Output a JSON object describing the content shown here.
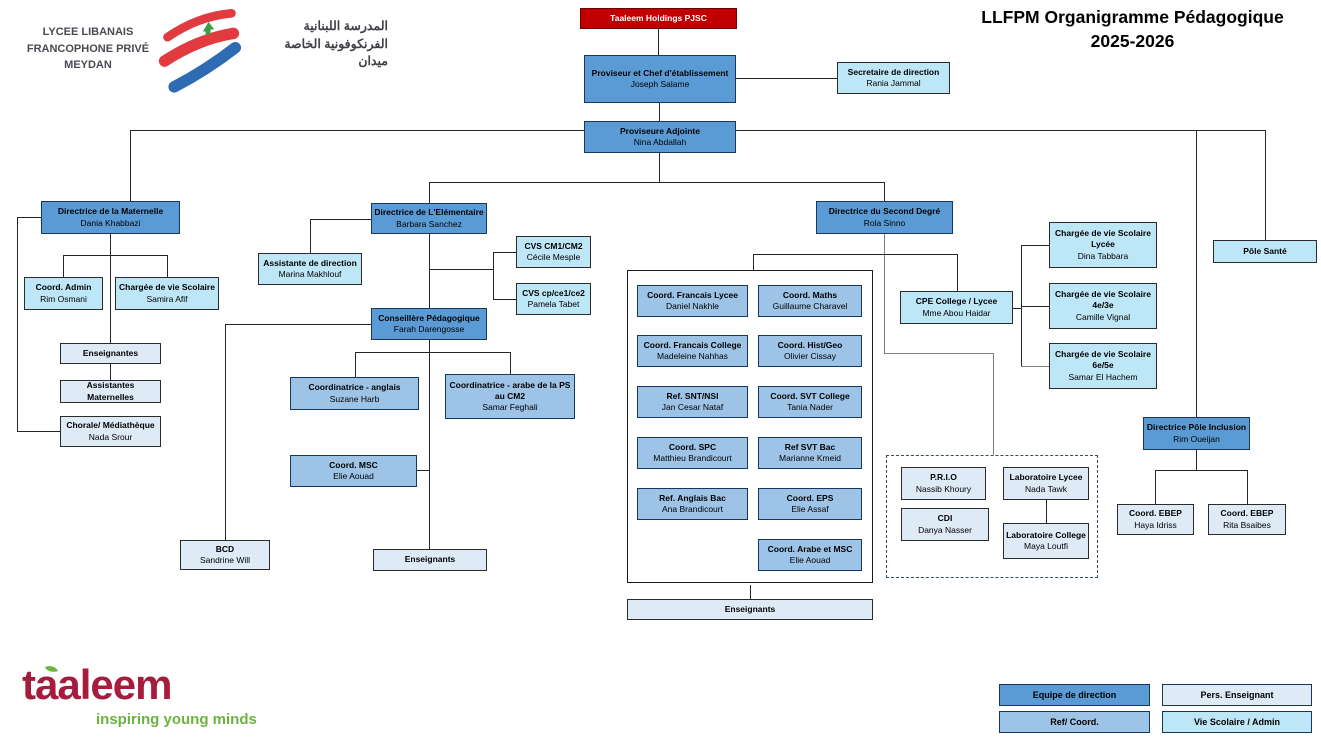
{
  "header": {
    "school_name_l1": "LYCEE LIBANAIS",
    "school_name_l2": "FRANCOPHONE PRIVÉ",
    "school_name_l3": "MEYDAN",
    "school_name_ar_l1": "المدرسة اللبنانية",
    "school_name_ar_l2": "الفرنكوفونية الخاصة",
    "school_name_ar_l3": "ميدان",
    "title_line1": "LLFPM Organigramme Pédagogique",
    "title_line2": "2025-2026"
  },
  "footer": {
    "brand": "taaleem",
    "tagline": "inspiring young minds"
  },
  "legend": {
    "equipe": "Equipe de direction",
    "pers": "Pers. Enseignant",
    "ref": "Ref/ Coord.",
    "vie": "Vie Scolaire / Admin"
  },
  "colors": {
    "holdings_red": "#C00000",
    "equipe_direction_blue": "#5B9BD5",
    "ref_coord_blue": "#9DC3E6",
    "pers_enseignant_blue": "#DEEAF6",
    "vie_scolaire_blue": "#BDE6F7",
    "brand_crimson": "#A61C3C",
    "brand_green": "#6CB33F"
  },
  "boxes": {
    "taaleem_holdings": {
      "title": "Taaleem Holdings PJSC"
    },
    "proviseur": {
      "title": "Proviseur et Chef d'établissement",
      "name": "Joseph Salame"
    },
    "secretaire": {
      "title": "Secretaire de direction",
      "name": "Rania Jammal"
    },
    "adjointe": {
      "title": "Proviseure Adjointe",
      "name": "Nina Abdallah"
    },
    "maternelle": {
      "title": "Directrice de la Maternelle",
      "name": "Dania Khabbazi"
    },
    "coord_admin": {
      "title": "Coord. Admin",
      "name": "Rim Osmani"
    },
    "cvs_maternelle": {
      "title": "Chargée de vie Scolaire",
      "name": "Samira Afif"
    },
    "enseignantes": {
      "title": "Enseignantes"
    },
    "assistantes": {
      "title": "Assistantes Maternelles"
    },
    "chorale": {
      "title": "Chorale/ Médiathèque",
      "name": "Nada Srour"
    },
    "elementaire": {
      "title": "Directrice de L'Elémentaire",
      "name": "Barbara Sanchez"
    },
    "assist_dir": {
      "title": "Assistante de direction",
      "name": "Marina Makhlouf"
    },
    "cvs_cm": {
      "title": "CVS CM1/CM2",
      "name": "Cécile Mesple"
    },
    "cvs_cp": {
      "title": "CVS cp/ce1/ce2",
      "name": "Pamela Tabet"
    },
    "conseillere": {
      "title": "Conseillère Pédagogique",
      "name": "Farah Darengosse"
    },
    "coord_anglais": {
      "title": "Coordinatrice - anglais",
      "name": "Suzane Harb"
    },
    "coord_arabe": {
      "title": "Coordinatrice - arabe de la PS au CM2",
      "name": "Samar Feghali"
    },
    "coord_msc": {
      "title": "Coord. MSC",
      "name": "Elie Aouad"
    },
    "bcd": {
      "title": "BCD",
      "name": "Sandrine Will"
    },
    "enseignants_elem": {
      "title": "Enseignants"
    },
    "second": {
      "title": "Directrice du Second Degré",
      "name": "Rola Sinno"
    },
    "fr_lycee": {
      "title": "Coord. Francais Lycee",
      "name": "Daniel Nakhle"
    },
    "maths": {
      "title": "Coord. Maths",
      "name": "Guillaume Charavel"
    },
    "fr_college": {
      "title": "Coord. Francais College",
      "name": "Madeleine Nahhas"
    },
    "histgeo": {
      "title": "Coord.  Hist/Geo",
      "name": "Olivier Cissay"
    },
    "snt": {
      "title": "Ref. SNT/NSI",
      "name": "Jan Cesar Nataf"
    },
    "svt_college": {
      "title": "Coord.  SVT College",
      "name": "Tania Nader"
    },
    "spc": {
      "title": "Coord.  SPC",
      "name": "Matthieu Brandicourt"
    },
    "svt_bac": {
      "title": "Ref SVT Bac",
      "name": "Marianne Kmeid"
    },
    "anglais_bac": {
      "title": "Ref. Anglais Bac",
      "name": "Ana Brandicourt"
    },
    "eps": {
      "title": "Coord. EPS",
      "name": "Elie Assaf"
    },
    "arabe_msc": {
      "title": "Coord. Arabe et MSC",
      "name": "Elie Aouad"
    },
    "enseignants_2nd": {
      "title": "Enseignants"
    },
    "cpe": {
      "title": "CPE College / Lycee",
      "name": "Mme Abou Haidar"
    },
    "cvs_lycee": {
      "title": "Chargée de vie Scolaire Lycée",
      "name": "Dina Tabbara"
    },
    "cvs_4e3e": {
      "title": "Chargée de vie Scolaire 4e/3e",
      "name": "Camille Vignal"
    },
    "cvs_6e5e": {
      "title": "Chargée de vie Scolaire 6e/5e",
      "name": "Samar El Hachem"
    },
    "pole_sante": {
      "title": "Pôle Santé"
    },
    "prio": {
      "title": "P.R.I.O",
      "name": "Nassib  Khoury"
    },
    "lab_lycee": {
      "title": "Laboratoire Lycee",
      "name": "Nada Tawk"
    },
    "cdi": {
      "title": "CDI",
      "name": "Danya Nasser"
    },
    "lab_college": {
      "title": "Laboratoire College",
      "name": "Maya Loutfi"
    },
    "inclusion": {
      "title": "Directrice Pôle Inclusion",
      "name": "Rim Oueijan"
    },
    "ebep1": {
      "title": "Coord. EBEP",
      "name": "Haya Idriss"
    },
    "ebep2": {
      "title": "Coord. EBEP",
      "name": "Rita Bsaibes"
    }
  }
}
